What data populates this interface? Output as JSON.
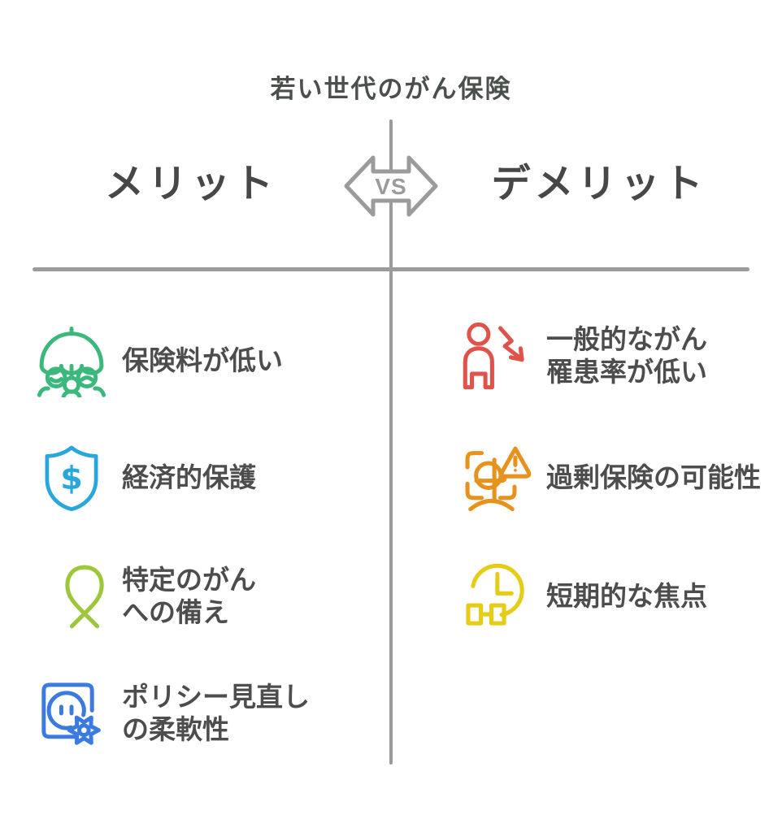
{
  "title": "若い世代のがん保険",
  "vs_label": "VS",
  "palette": {
    "line_gray": "#9b9b9b",
    "header_text": "#474747",
    "body_text": "#4d4d4d",
    "background": "#ffffff"
  },
  "columns": {
    "left": {
      "header": "メリット",
      "items": [
        {
          "icon": "family-under-umbrella-icon",
          "color": "#3cb87c",
          "lines": [
            "保険料が低い"
          ]
        },
        {
          "icon": "shield-dollar-icon",
          "color": "#29a7dc",
          "symbol": "$",
          "lines": [
            "経済的保護"
          ]
        },
        {
          "icon": "awareness-ribbon-icon",
          "color": "#9dc63b",
          "lines": [
            "特定のがん",
            "への備え"
          ]
        },
        {
          "icon": "policy-review-gear-icon",
          "color": "#3b7ae0",
          "lines": [
            "ポリシー見直し",
            "の柔軟性"
          ]
        }
      ]
    },
    "right": {
      "header": "デメリット",
      "items": [
        {
          "icon": "person-declining-rate-icon",
          "color": "#e0534a",
          "lines": [
            "一般的ながん",
            "罹患率が低い"
          ]
        },
        {
          "icon": "over-insurance-warning-icon",
          "color": "#e8921e",
          "lines": [
            "過剰保険の可能性"
          ]
        },
        {
          "icon": "short-term-clock-icon",
          "color": "#e5cd15",
          "lines": [
            "短期的な焦点"
          ]
        }
      ]
    }
  }
}
